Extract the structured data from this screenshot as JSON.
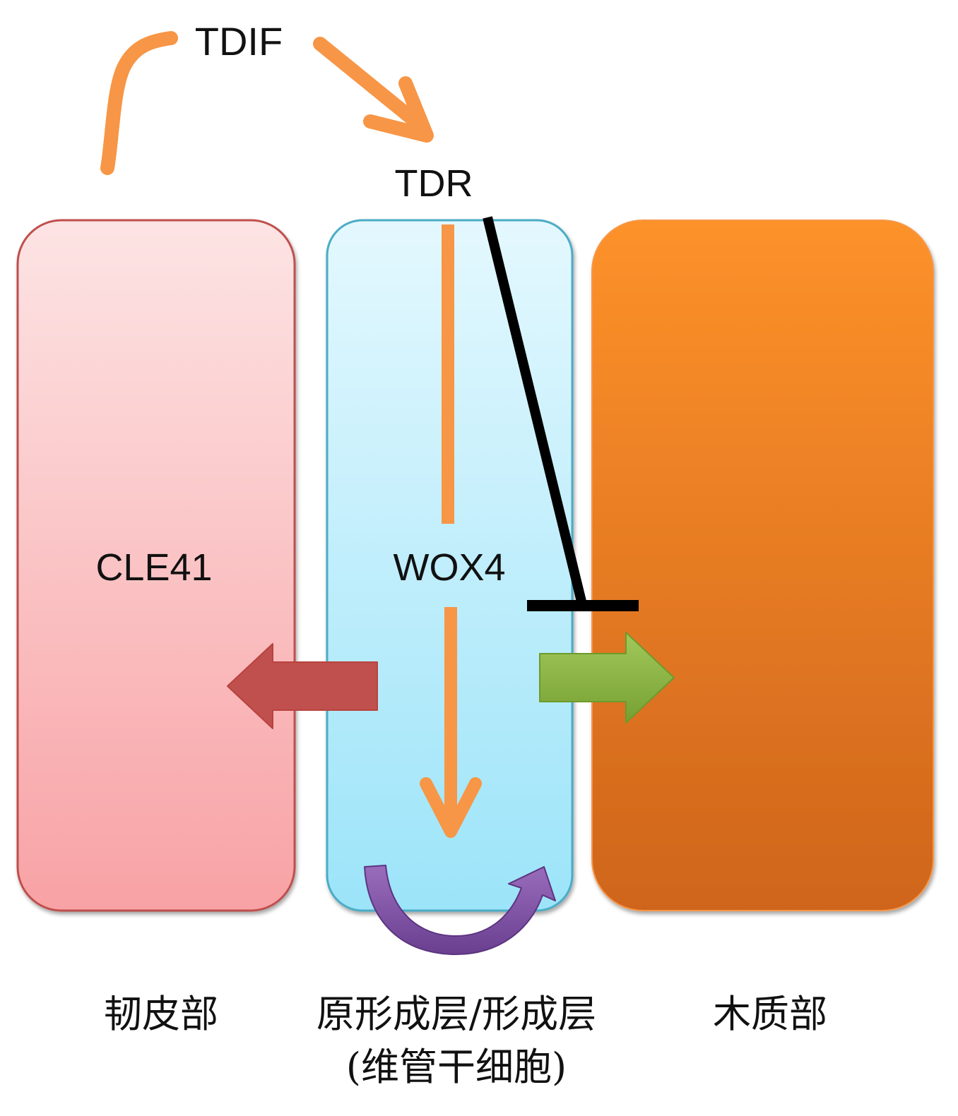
{
  "molecules": {
    "tdif": "TDIF",
    "tdr": "TDR",
    "cle41": "CLE41",
    "wox4": "WOX4"
  },
  "tissues": {
    "phloem": "韧皮部",
    "cambium_line1": "原形成层/形成层",
    "cambium_line2": "(维管干细胞)",
    "xylem": "木质部"
  },
  "colors": {
    "phloem_fill_top": "#fde0e0",
    "phloem_fill_bottom": "#f9a4a6",
    "phloem_border": "#c0504d",
    "cambium_fill_top": "#e2f7fd",
    "cambium_fill_bottom": "#9fe5f9",
    "cambium_border": "#4bacc6",
    "xylem_fill_top": "#fb9028",
    "xylem_fill_bottom": "#d0661c",
    "signal_arrow": "#f79646",
    "inhibition": "#000000",
    "phloem_arrow": "#c0504d",
    "xylem_arrow": "#8cb43c",
    "self_renewal_arrow": "#7b4fa0"
  }
}
